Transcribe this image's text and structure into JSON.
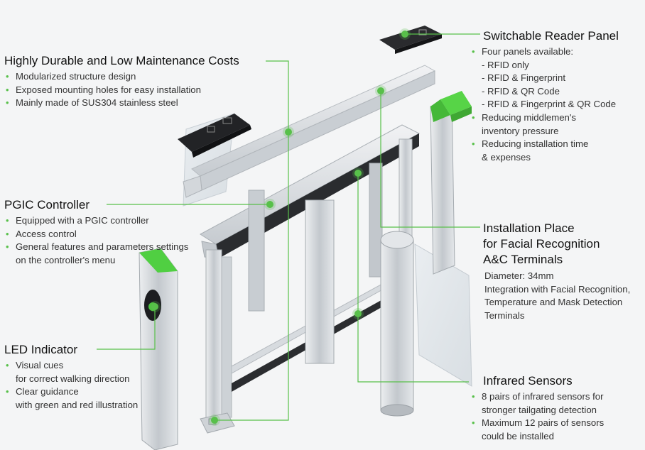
{
  "colors": {
    "accent_green": "#58c04a",
    "steel_light": "#dfe2e5",
    "steel_mid": "#b9bec4",
    "steel_dark": "#8d949b",
    "panel_black": "#1f2022",
    "glass": "#cfd6dc"
  },
  "icons": {
    "bullet": "dot-bullet-icon",
    "callout_marker": "green-dot-marker-icon"
  },
  "callouts": {
    "durable": {
      "title": "Highly Durable and Low Maintenance Costs",
      "items": [
        {
          "bullet": "•",
          "text": "Modularized structure design"
        },
        {
          "bullet": "•",
          "text": "Exposed mounting holes for easy installation"
        },
        {
          "bullet": "•",
          "text": "Mainly made of SUS304 stainless steel"
        }
      ]
    },
    "pgic": {
      "title": "PGIC Controller",
      "items": [
        {
          "bullet": "•",
          "text": "Equipped with a PGIC controller"
        },
        {
          "bullet": "•",
          "text": "Access control"
        },
        {
          "bullet": "•",
          "text": "General features and parameters settings",
          "text2": "on the controller's menu"
        }
      ]
    },
    "led": {
      "title": "LED Indicator",
      "items": [
        {
          "bullet": "•",
          "text": "Visual cues",
          "text2": "for correct walking direction"
        },
        {
          "bullet": "•",
          "text": "Clear guidance",
          "text2": "with green and red illustration"
        }
      ]
    },
    "reader": {
      "title": "Switchable Reader Panel",
      "items": [
        {
          "bullet": "•",
          "text": "Four panels available:"
        },
        {
          "bullet": "",
          "text": "- RFID only"
        },
        {
          "bullet": "",
          "text": "- RFID & Fingerprint"
        },
        {
          "bullet": "",
          "text": "- RFID & QR Code"
        },
        {
          "bullet": "",
          "text": "- RFID & Fingerprint & QR Code"
        },
        {
          "bullet": "•",
          "text": "Reducing middlemen's",
          "text2": "inventory pressure"
        },
        {
          "bullet": "•",
          "text": "Reducing installation time",
          "text2": "& expenses"
        }
      ]
    },
    "install": {
      "title_line1": "Installation Place",
      "title_line2": "for Facial Recognition",
      "title_line3": "A&C Terminals",
      "items": [
        {
          "text": "Diameter: 34mm"
        },
        {
          "text": "Integration with Facial Recognition,"
        },
        {
          "text": "Temperature and Mask Detection"
        },
        {
          "text": "Terminals"
        }
      ]
    },
    "infrared": {
      "title": "Infrared Sensors",
      "items": [
        {
          "bullet": "•",
          "text": "8 pairs of infrared sensors for",
          "text2": "stronger tailgating detection"
        },
        {
          "bullet": "•",
          "text": "Maximum 12 pairs of sensors",
          "text2": "could be installed"
        }
      ]
    }
  }
}
